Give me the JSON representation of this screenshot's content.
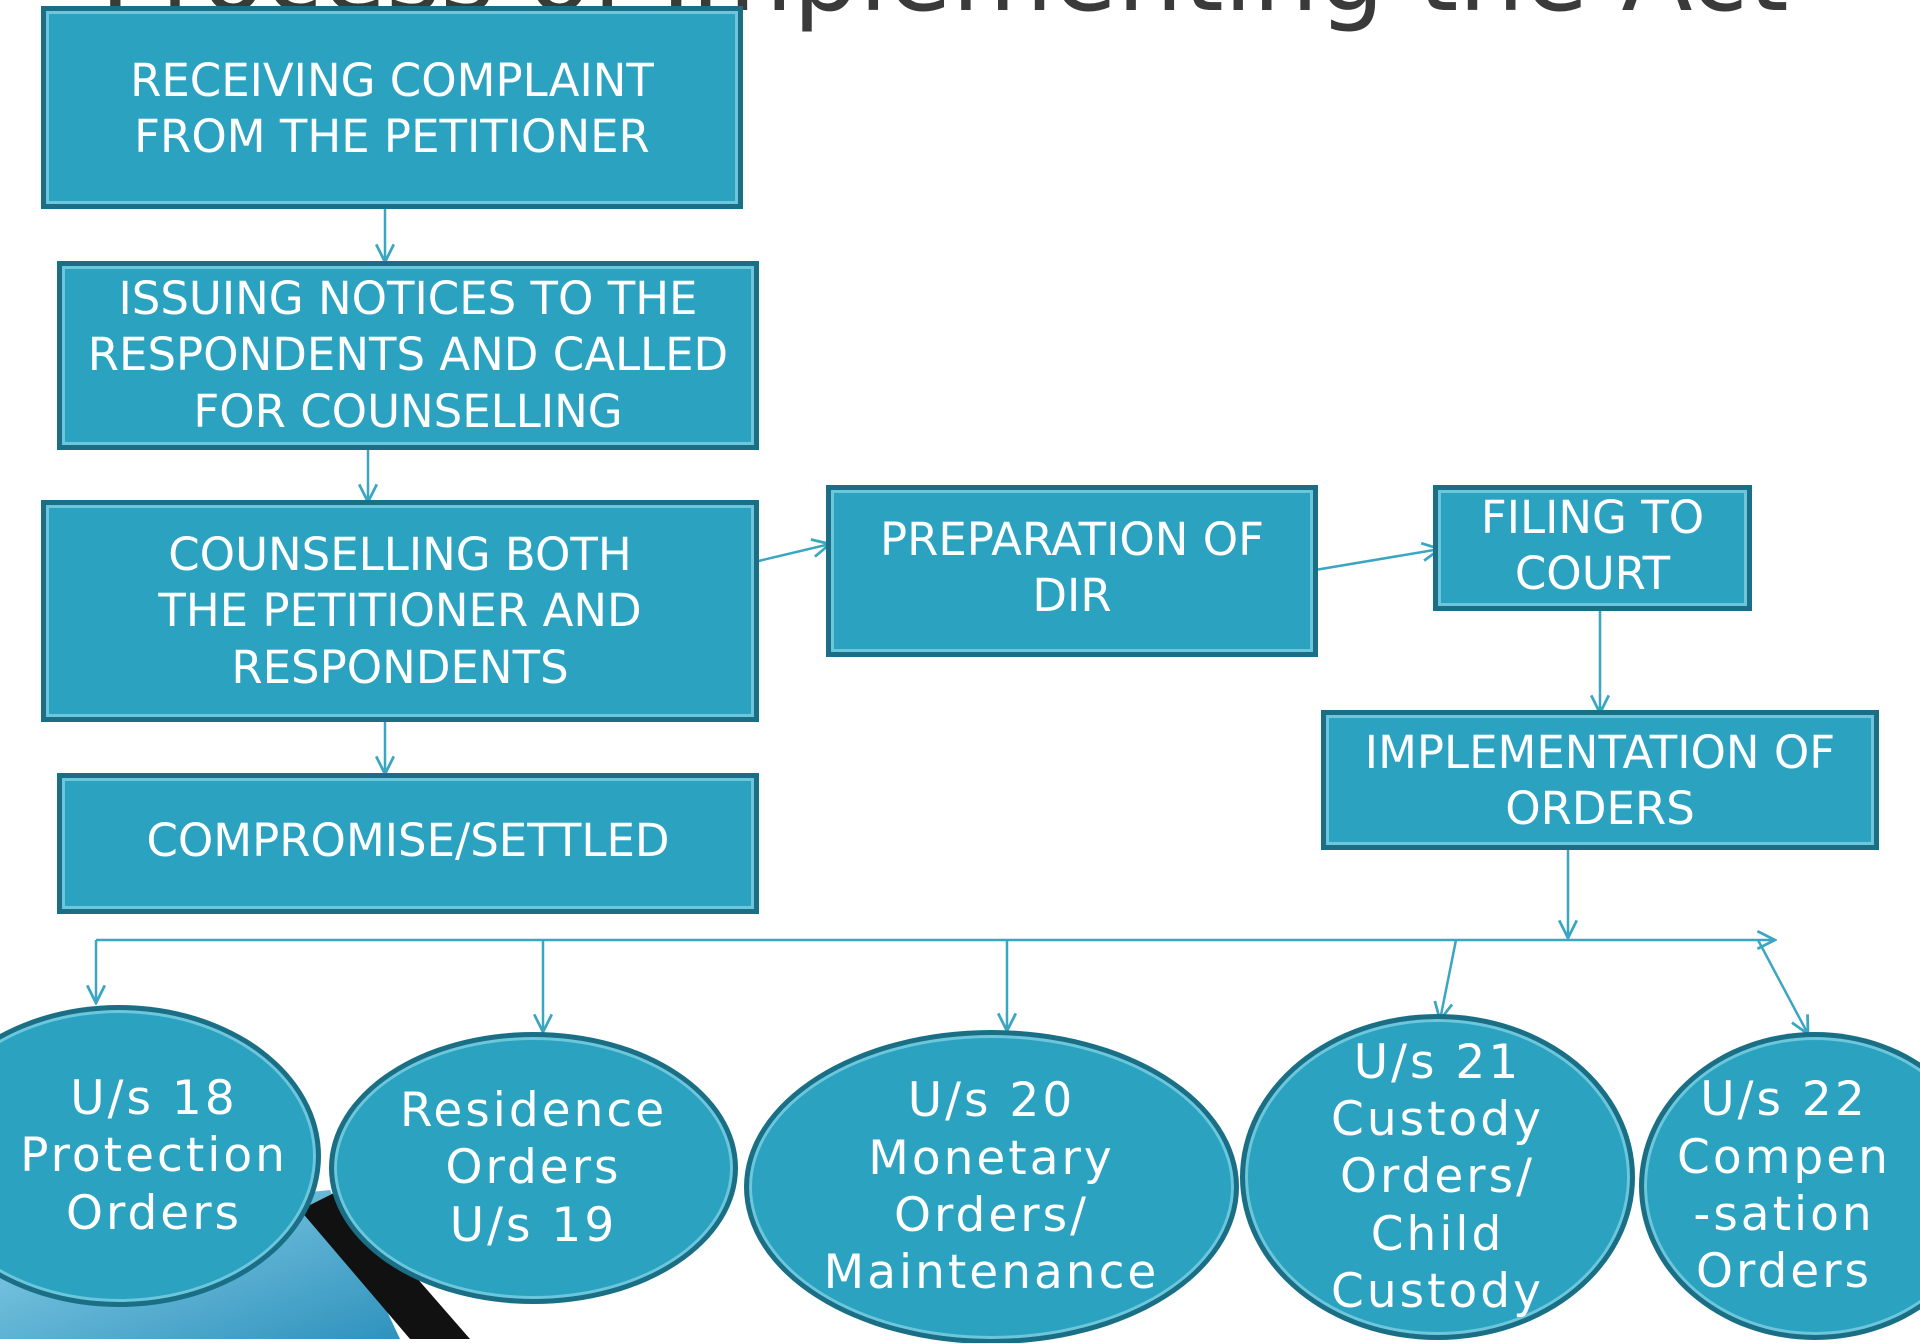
{
  "title": "Process of Implementing the Act",
  "steps": {
    "receiving": "RECEIVING COMPLAINT FROM THE PETITIONER",
    "notices": "ISSUING NOTICES TO THE RESPONDENTS AND CALLED FOR COUNSELLING",
    "counselling": "COUNSELLING BOTH THE PETITIONER AND RESPONDENTS",
    "compromise": "COMPROMISE/SETTLED",
    "dir": "PREPARATION OF DIR",
    "filing": "FILING TO COURT",
    "implementation": "IMPLEMENTATION OF ORDERS"
  },
  "orders": {
    "protection": "U/s 18\nProtection\nOrders",
    "residence": "Residence\nOrders\nU/s 19",
    "monetary": "U/s 20\nMonetary\nOrders/\nMaintenance",
    "custody": "U/s 21\nCustody\nOrders/\nChild\nCustody",
    "compensation": "U/s 22\nCompen\n-sation\nOrders"
  },
  "colors": {
    "box_fill": "#2ba3c0",
    "box_border": "#1b6e84",
    "connector": "#3aa6c2",
    "text": "#ffffff"
  }
}
